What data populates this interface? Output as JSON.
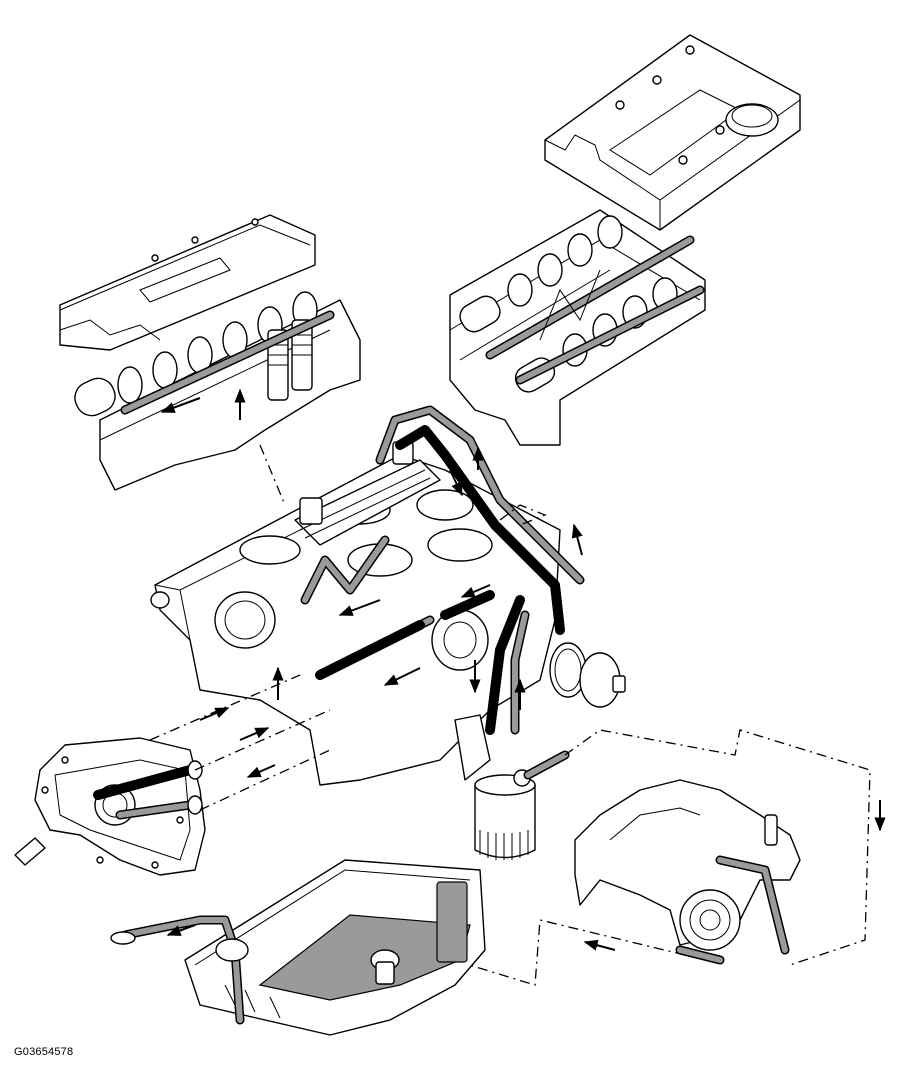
{
  "figure_id": "G03654578",
  "colors": {
    "line": "#000000",
    "oil_passage_fill": "#9a9a9a",
    "pressure_line": "#000000",
    "background": "#ffffff"
  },
  "components": [
    "right-cam-cover",
    "right-cylinder-head",
    "left-cam-cover",
    "left-cylinder-head",
    "engine-block",
    "front-cover-oil-pump",
    "oil-filter",
    "oil-cooler-adapter",
    "turbocharger-exhaust-manifold",
    "oil-pan-pickup"
  ]
}
